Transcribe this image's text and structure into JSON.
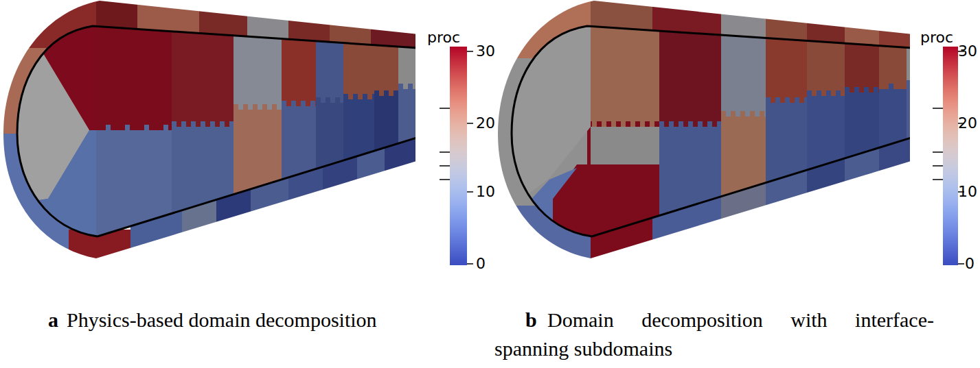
{
  "diagram": {
    "labels": [
      "proc",
      "30",
      "20",
      "10",
      "0",
      "proc",
      "30",
      "20",
      "10",
      "0",
      "a",
      "Physics-based domain decomposition",
      "b",
      "Domain decomposition with interface-spanning subdomains"
    ]
  }
}
